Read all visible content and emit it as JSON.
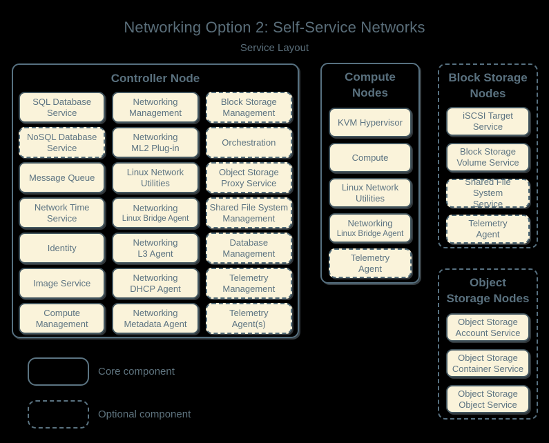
{
  "title": "Networking Option 2: Self-Service Networks",
  "subtitle": "Service Layout",
  "colors": {
    "background": "#000000",
    "box_fill": "#faf3da",
    "box_border_core": "#43565f",
    "box_border_optional": "#516b78",
    "container_border": "#577181",
    "text": "#5d7482",
    "heading_text": "#59707e"
  },
  "containers": [
    {
      "name": "controller-node",
      "label_lines": [
        "Controller Node"
      ],
      "style": "core",
      "services": [
        {
          "lines": [
            "SQL Database",
            "Service"
          ],
          "type": "core"
        },
        {
          "lines": [
            "Networking",
            "Management"
          ],
          "type": "core"
        },
        {
          "lines": [
            "Block Storage",
            "Management"
          ],
          "type": "optional"
        },
        {
          "lines": [
            "NoSQL Database",
            "Service"
          ],
          "type": "optional"
        },
        {
          "lines": [
            "Networking",
            "ML2 Plug-in"
          ],
          "type": "core"
        },
        {
          "lines": [
            "Orchestration"
          ],
          "type": "optional"
        },
        {
          "lines": [
            "Message Queue"
          ],
          "type": "core"
        },
        {
          "lines": [
            "Linux Network",
            "Utilities"
          ],
          "type": "core"
        },
        {
          "lines": [
            "Object Storage",
            "Proxy Service"
          ],
          "type": "optional"
        },
        {
          "lines": [
            "Network Time",
            "Service"
          ],
          "type": "core"
        },
        {
          "lines": [
            "Networking",
            "Linux Bridge Agent"
          ],
          "type": "core"
        },
        {
          "lines": [
            "Shared File System",
            "Management"
          ],
          "type": "optional"
        },
        {
          "lines": [
            "Identity"
          ],
          "type": "core"
        },
        {
          "lines": [
            "Networking",
            "L3 Agent"
          ],
          "type": "core"
        },
        {
          "lines": [
            "Database",
            "Management"
          ],
          "type": "optional"
        },
        {
          "lines": [
            "Image Service"
          ],
          "type": "core"
        },
        {
          "lines": [
            "Networking",
            "DHCP Agent"
          ],
          "type": "core"
        },
        {
          "lines": [
            "Telemetry",
            "Management"
          ],
          "type": "optional"
        },
        {
          "lines": [
            "Compute",
            "Management"
          ],
          "type": "core"
        },
        {
          "lines": [
            "Networking",
            "Metadata Agent"
          ],
          "type": "core"
        },
        {
          "lines": [
            "Telemetry",
            "Agent(s)"
          ],
          "type": "optional"
        }
      ]
    },
    {
      "name": "compute-nodes",
      "label_lines": [
        "Compute",
        "Nodes"
      ],
      "style": "core",
      "services": [
        {
          "lines": [
            "KVM Hypervisor"
          ],
          "type": "core"
        },
        {
          "lines": [
            "Compute"
          ],
          "type": "core"
        },
        {
          "lines": [
            "Linux Network",
            "Utilities"
          ],
          "type": "core"
        },
        {
          "lines": [
            "Networking",
            "Linux Bridge Agent"
          ],
          "type": "core"
        },
        {
          "lines": [
            "Telemetry",
            "Agent"
          ],
          "type": "optional"
        }
      ]
    },
    {
      "name": "block-storage-nodes",
      "label_lines": [
        "Block Storage",
        "Nodes"
      ],
      "style": "optional",
      "services": [
        {
          "lines": [
            "iSCSI Target",
            "Service"
          ],
          "type": "core"
        },
        {
          "lines": [
            "Block Storage",
            "Volume Service"
          ],
          "type": "core"
        },
        {
          "lines": [
            "Shared File System",
            "Service"
          ],
          "type": "optional"
        },
        {
          "lines": [
            "Telemetry",
            "Agent"
          ],
          "type": "optional"
        }
      ]
    },
    {
      "name": "object-storage-nodes",
      "label_lines": [
        "Object",
        "Storage Nodes"
      ],
      "style": "optional",
      "services": [
        {
          "lines": [
            "Object Storage",
            "Account Service"
          ],
          "type": "core"
        },
        {
          "lines": [
            "Object Storage",
            "Container Service"
          ],
          "type": "core"
        },
        {
          "lines": [
            "Object Storage",
            "Object Service"
          ],
          "type": "core"
        }
      ]
    }
  ],
  "legend": {
    "items": [
      {
        "label": "Core component",
        "style": "core"
      },
      {
        "label": "Optional component",
        "style": "optional"
      }
    ]
  }
}
